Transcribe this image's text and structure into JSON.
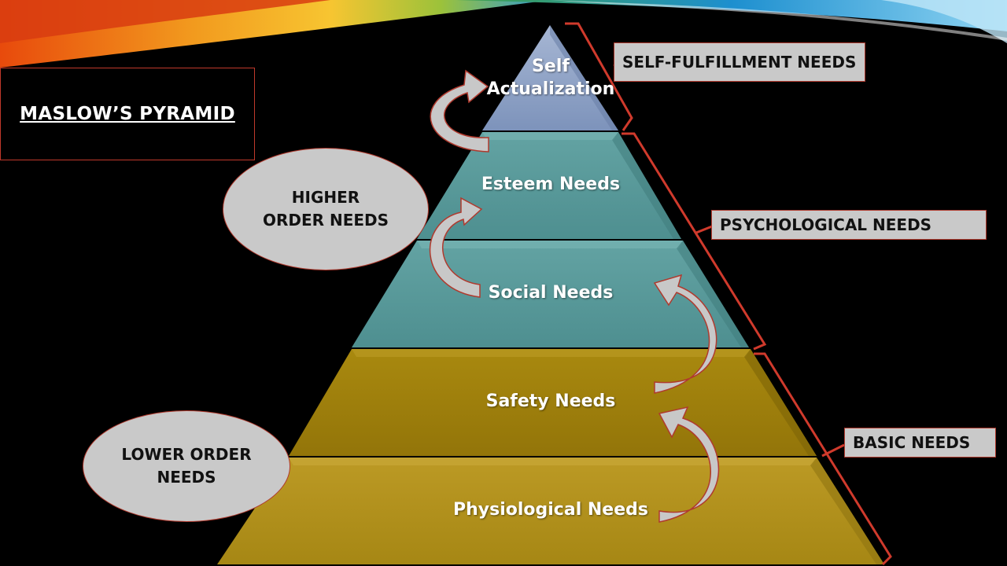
{
  "title": "MASLOW’S PYRAMID",
  "layers": [
    {
      "label_line1": "Self",
      "label_line2": "Actualization",
      "color": "#8ea3c4"
    },
    {
      "label": "Esteem Needs",
      "color": "#5a9a9a"
    },
    {
      "label": "Social Needs",
      "color": "#5a9a9a"
    },
    {
      "label": "Safety Needs",
      "color": "#a88a10"
    },
    {
      "label": "Physiological Needs",
      "color": "#b89420"
    }
  ],
  "categories": {
    "self_fulfillment": "SELF-FULFILLMENT NEEDS",
    "psychological": "PSYCHOLOGICAL NEEDS",
    "basic": "BASIC NEEDS"
  },
  "groups": {
    "higher_line1": "HIGHER",
    "higher_line2": "ORDER NEEDS",
    "lower_line1": "LOWER ORDER",
    "lower_line2": "NEEDS"
  },
  "colors": {
    "bracket": "#d03a2c",
    "tag_fill": "#c9c9c9",
    "arrow_fill": "#c8c8c8"
  }
}
